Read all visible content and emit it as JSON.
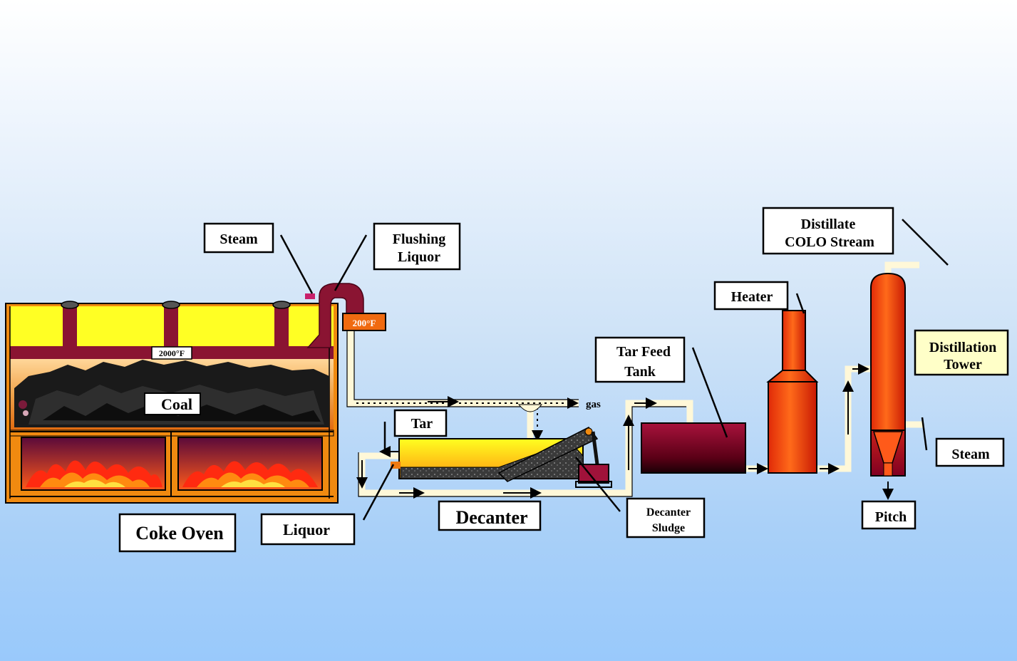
{
  "labels": {
    "steam_top": "Steam",
    "flushing_liquor_1": "Flushing",
    "flushing_liquor_2": "Liquor",
    "temp_200": "200°F",
    "temp_2000": "2000°F",
    "coal": "Coal",
    "coke_oven": "Coke Oven",
    "tar": "Tar",
    "liquor": "Liquor",
    "decanter": "Decanter",
    "decanter_sludge_1": "Decanter",
    "decanter_sludge_2": "Sludge",
    "gas": "gas",
    "tar_feed_tank_1": "Tar Feed",
    "tar_feed_tank_2": "Tank",
    "heater": "Heater",
    "distillate_1": "Distillate",
    "distillate_2": "COLO Stream",
    "distillation_tower_1": "Distillation",
    "distillation_tower_2": "Tower",
    "steam_right": "Steam",
    "pitch": "Pitch"
  }
}
